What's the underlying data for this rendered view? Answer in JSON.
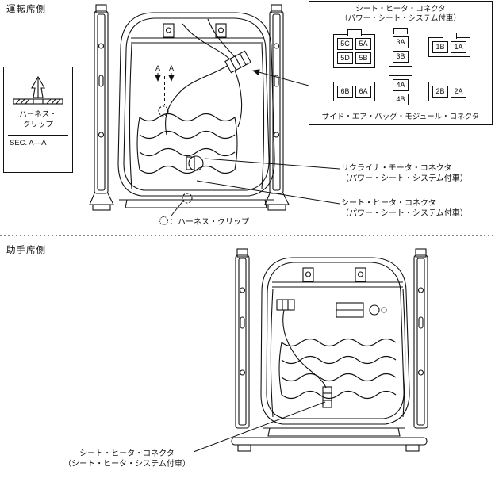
{
  "page": {
    "driver_side_label": "運転席側",
    "passenger_side_label": "助手席側"
  },
  "inset": {
    "label": "ハーネス・\nクリップ",
    "section_ref": "SEC. A—A"
  },
  "detail_box": {
    "title": "シート・ヒータ・コネクタ\n（パワー・シート・システム付車）",
    "bottom_label": "サイド・エア・バッグ・モジュール・コネクタ",
    "pins": {
      "box5": [
        "5C",
        "5A",
        "5D",
        "5B"
      ],
      "box6": [
        "6B",
        "6A"
      ],
      "box3": [
        "3A",
        "3B"
      ],
      "box4": [
        "4A",
        "4B"
      ],
      "box1": [
        "1B",
        "1A"
      ],
      "box2": [
        "2B",
        "2A"
      ]
    }
  },
  "callouts": {
    "recliner": "リクライナ・モータ・コネクタ\n（パワー・シート・システム付車）",
    "driver_heater": "シート・ヒータ・コネクタ\n（パワー・シート・システム付車）",
    "passenger_heater": "シート・ヒータ・コネクタ\n（シート・ヒータ・システム付車）",
    "clip_legend": "：ハーネス・クリップ"
  },
  "section_marks": [
    "A",
    "A"
  ]
}
